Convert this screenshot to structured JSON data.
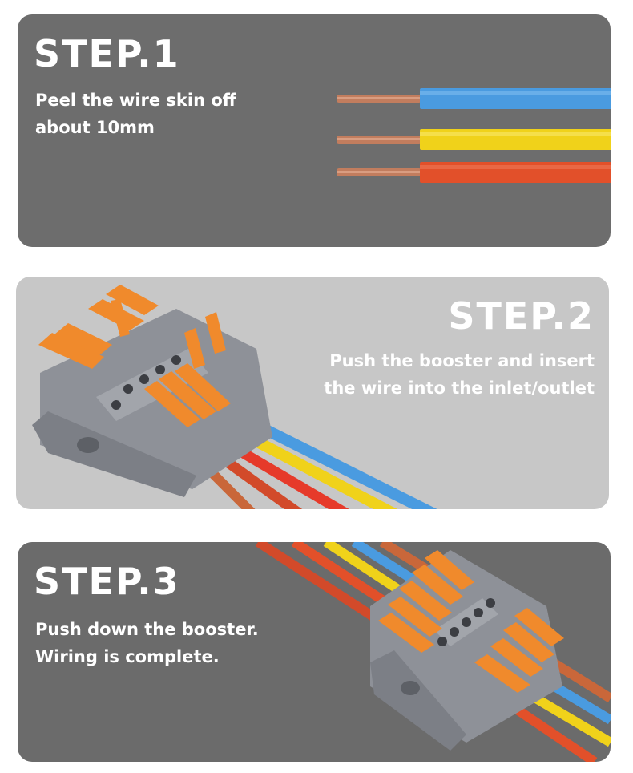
{
  "steps": [
    {
      "title": "STEP.1",
      "lines": [
        "Peel the wire skin off",
        "about 10mm"
      ]
    },
    {
      "title": "STEP.2",
      "lines": [
        "Push the booster and insert",
        "the wire into the inlet/outlet"
      ]
    },
    {
      "title": "STEP.3",
      "lines": [
        "Push down the booster.",
        "Wiring is complete."
      ]
    }
  ],
  "colors": {
    "card_dark": "#6d6d6d",
    "card_light": "#c7c7c7",
    "wire_blue": "#4a9be0",
    "wire_yellow": "#f0d21a",
    "wire_red": "#e2502a",
    "wire_brown": "#c9673a",
    "copper": "#c27d5e",
    "lever_orange": "#f08a2c",
    "connector_gray": "#8e9198"
  },
  "icons": [
    "wire-bundle-illustration",
    "lever-connector-illustration",
    "connected-connector-illustration"
  ]
}
